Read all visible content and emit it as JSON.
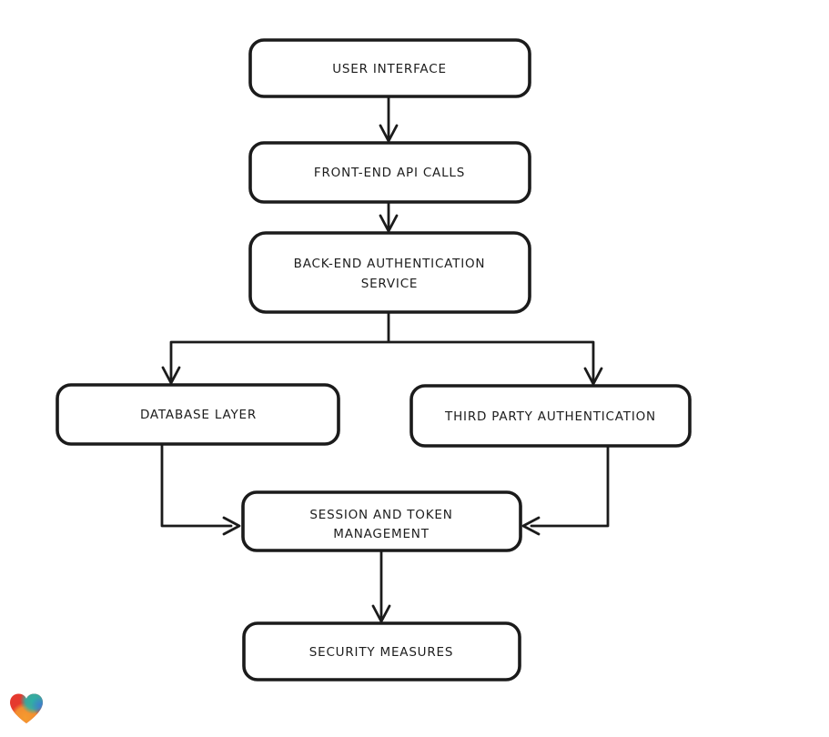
{
  "diagram": {
    "type": "flowchart",
    "direction": "top-down",
    "nodes": {
      "user_interface": {
        "label": "USER INTERFACE"
      },
      "front_end_api_calls": {
        "label": "FRONT-END API CALLS"
      },
      "back_end_auth": {
        "line1": "BACK-END AUTHENTICATION",
        "line2": "SERVICE"
      },
      "database_layer": {
        "label": "DATABASE LAYER"
      },
      "third_party_auth": {
        "label": "THIRD PARTY AUTHENTICATION"
      },
      "session_token": {
        "line1": "SESSION AND TOKEN",
        "line2": "MANAGEMENT"
      },
      "security_measures": {
        "label": "SECURITY MEASURES"
      }
    },
    "edges": [
      {
        "from": "USER INTERFACE",
        "to": "FRONT-END API CALLS"
      },
      {
        "from": "FRONT-END API CALLS",
        "to": "BACK-END AUTHENTICATION SERVICE"
      },
      {
        "from": "BACK-END AUTHENTICATION SERVICE",
        "to": "DATABASE LAYER"
      },
      {
        "from": "BACK-END AUTHENTICATION SERVICE",
        "to": "THIRD PARTY AUTHENTICATION"
      },
      {
        "from": "DATABASE LAYER",
        "to": "SESSION AND TOKEN MANAGEMENT"
      },
      {
        "from": "THIRD PARTY AUTHENTICATION",
        "to": "SESSION AND TOKEN MANAGEMENT"
      },
      {
        "from": "SESSION AND TOKEN MANAGEMENT",
        "to": "SECURITY MEASURES"
      }
    ],
    "colors": {
      "background": "#ffffff",
      "node_fill": "#ffffff",
      "stroke": "#1b1b1b",
      "text": "#1d1d1d"
    },
    "logo": {
      "name": "heart-logo",
      "colors": {
        "red": "#e5392e",
        "teal": "#2cb1a6",
        "blue": "#3c7bd6",
        "orange": "#f59b2f"
      }
    }
  }
}
